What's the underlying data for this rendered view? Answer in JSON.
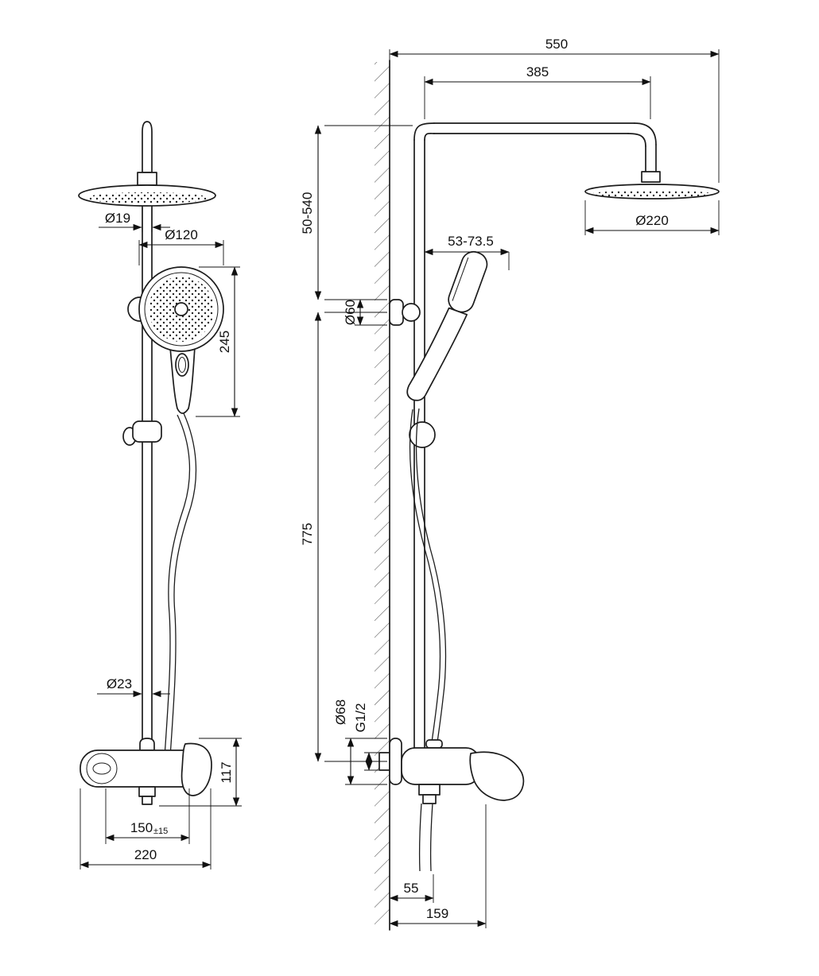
{
  "front_view": {
    "labels": {
      "d19": "Ø19",
      "d120": "Ø120",
      "len245": "245",
      "d23": "Ø23",
      "h117": "117",
      "spacing": "150",
      "tol": "±15",
      "width": "220"
    }
  },
  "side_view": {
    "labels": {
      "w550": "550",
      "r385": "385",
      "d220": "Ø220",
      "range_height": "50-540",
      "range_offset": "53-73.5",
      "d60": "Ø60",
      "h775": "775",
      "d68": "Ø68",
      "thread": "G1/2",
      "d55": "55",
      "d159": "159"
    }
  },
  "colors": {
    "line": "#1c1c1c",
    "background": "#ffffff"
  }
}
